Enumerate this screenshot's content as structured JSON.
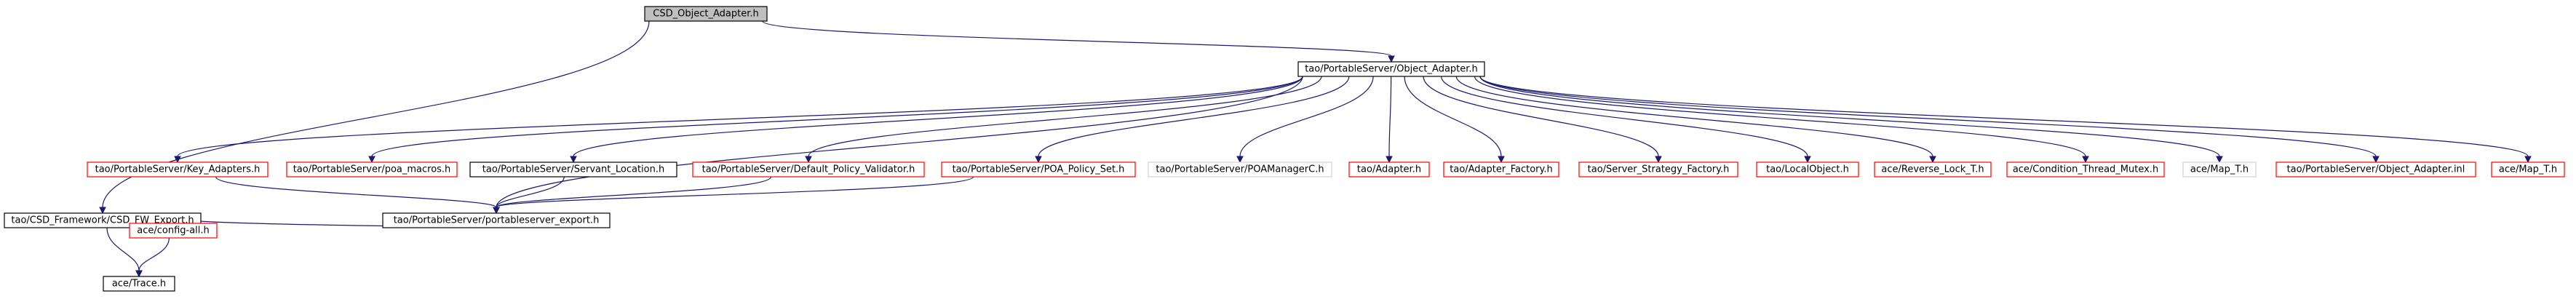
{
  "colors": {
    "edge": "#191970",
    "root_fill": "#bfbfbf",
    "border_black": "#000000",
    "border_red": "#ff0000",
    "border_light": "#d3d3d3",
    "fill": "#ffffff"
  },
  "nodes": [
    {
      "id": "csd_object_adapter_h",
      "label": "CSD_Object_Adapter.h",
      "style": "root"
    },
    {
      "id": "tao_portableserver_object_adapter_h",
      "label": "tao/PortableServer/Object_Adapter.h",
      "style": "black"
    },
    {
      "id": "tao_portableserver_key_adapters_h",
      "label": "tao/PortableServer/Key_Adapters.h",
      "style": "red"
    },
    {
      "id": "tao_portableserver_poa_macros_h",
      "label": "tao/PortableServer/poa_macros.h",
      "style": "red"
    },
    {
      "id": "tao_portableserver_servant_location_h",
      "label": "tao/PortableServer/Servant_Location.h",
      "style": "black"
    },
    {
      "id": "tao_portableserver_default_policy_validator_h",
      "label": "tao/PortableServer/Default_Policy_Validator.h",
      "style": "red"
    },
    {
      "id": "tao_portableserver_poa_policy_set_h",
      "label": "tao/PortableServer/POA_Policy_Set.h",
      "style": "red"
    },
    {
      "id": "tao_portableserver_poamanagerc_h",
      "label": "tao/PortableServer/POAManagerC.h",
      "style": "light"
    },
    {
      "id": "tao_adapter_h",
      "label": "tao/Adapter.h",
      "style": "red"
    },
    {
      "id": "tao_adapter_factory_h",
      "label": "tao/Adapter_Factory.h",
      "style": "red"
    },
    {
      "id": "tao_server_strategy_factory_h",
      "label": "tao/Server_Strategy_Factory.h",
      "style": "red"
    },
    {
      "id": "tao_localobject_h",
      "label": "tao/LocalObject.h",
      "style": "red"
    },
    {
      "id": "ace_reverse_lock_t_h",
      "label": "ace/Reverse_Lock_T.h",
      "style": "red"
    },
    {
      "id": "ace_condition_thread_mutex_h",
      "label": "ace/Condition_Thread_Mutex.h",
      "style": "red"
    },
    {
      "id": "ace_map_t_h_light",
      "label": "ace/Map_T.h",
      "style": "light"
    },
    {
      "id": "tao_portableserver_object_adapter_inl",
      "label": "tao/PortableServer/Object_Adapter.inl",
      "style": "red"
    },
    {
      "id": "ace_map_t_h_red",
      "label": "ace/Map_T.h",
      "style": "red"
    },
    {
      "id": "tao_csd_framework_csd_fw_export_h",
      "label": "tao/CSD_Framework/CSD_FW_Export.h",
      "style": "black"
    },
    {
      "id": "tao_portableserver_portableserver_export_h",
      "label": "tao/PortableServer/portableserver_export.h",
      "style": "black"
    },
    {
      "id": "ace_config_all_h",
      "label": "ace/config-all.h",
      "style": "red"
    },
    {
      "id": "ace_trace_h",
      "label": "ace/Trace.h",
      "style": "black"
    }
  ],
  "edges": [
    {
      "from": "csd_object_adapter_h",
      "to": "tao_portableserver_object_adapter_h"
    },
    {
      "from": "csd_object_adapter_h",
      "to": "tao_csd_framework_csd_fw_export_h"
    },
    {
      "from": "tao_portableserver_object_adapter_h",
      "to": "tao_portableserver_key_adapters_h"
    },
    {
      "from": "tao_portableserver_object_adapter_h",
      "to": "tao_portableserver_poa_macros_h"
    },
    {
      "from": "tao_portableserver_object_adapter_h",
      "to": "tao_portableserver_servant_location_h"
    },
    {
      "from": "tao_portableserver_object_adapter_h",
      "to": "tao_portableserver_default_policy_validator_h"
    },
    {
      "from": "tao_portableserver_object_adapter_h",
      "to": "tao_portableserver_poa_policy_set_h"
    },
    {
      "from": "tao_portableserver_object_adapter_h",
      "to": "tao_portableserver_poamanagerc_h"
    },
    {
      "from": "tao_portableserver_object_adapter_h",
      "to": "tao_adapter_h"
    },
    {
      "from": "tao_portableserver_object_adapter_h",
      "to": "tao_adapter_factory_h"
    },
    {
      "from": "tao_portableserver_object_adapter_h",
      "to": "tao_server_strategy_factory_h"
    },
    {
      "from": "tao_portableserver_object_adapter_h",
      "to": "tao_localobject_h"
    },
    {
      "from": "tao_portableserver_object_adapter_h",
      "to": "ace_reverse_lock_t_h"
    },
    {
      "from": "tao_portableserver_object_adapter_h",
      "to": "ace_condition_thread_mutex_h"
    },
    {
      "from": "tao_portableserver_object_adapter_h",
      "to": "ace_map_t_h_light"
    },
    {
      "from": "tao_portableserver_object_adapter_h",
      "to": "tao_portableserver_object_adapter_inl"
    },
    {
      "from": "tao_portableserver_object_adapter_h",
      "to": "ace_map_t_h_red"
    },
    {
      "from": "tao_portableserver_object_adapter_h",
      "to": "tao_portableserver_portableserver_export_h"
    },
    {
      "from": "tao_portableserver_key_adapters_h",
      "to": "tao_portableserver_portableserver_export_h"
    },
    {
      "from": "tao_portableserver_servant_location_h",
      "to": "tao_portableserver_portableserver_export_h"
    },
    {
      "from": "tao_portableserver_default_policy_validator_h",
      "to": "tao_portableserver_portableserver_export_h"
    },
    {
      "from": "tao_portableserver_poa_policy_set_h",
      "to": "tao_portableserver_portableserver_export_h"
    },
    {
      "from": "tao_csd_framework_csd_fw_export_h",
      "to": "ace_config_all_h"
    },
    {
      "from": "tao_csd_framework_csd_fw_export_h",
      "to": "ace_trace_h"
    },
    {
      "from": "tao_portableserver_portableserver_export_h",
      "to": "ace_config_all_h"
    },
    {
      "from": "ace_config_all_h",
      "to": "ace_trace_h"
    }
  ]
}
